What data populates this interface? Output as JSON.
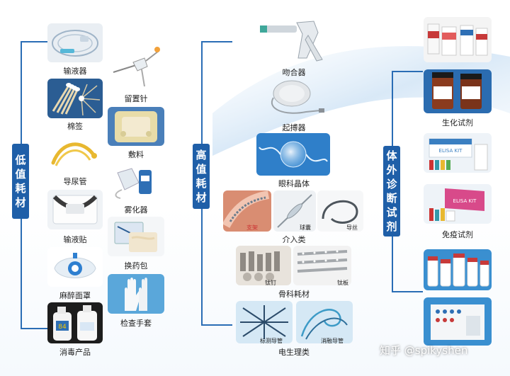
{
  "categories": {
    "low": [
      "低",
      "值",
      "耗",
      "材"
    ],
    "high": [
      "高",
      "值",
      "耗",
      "材"
    ],
    "ivd": [
      "体",
      "外",
      "诊",
      "断",
      "试",
      "剂"
    ]
  },
  "low_items": [
    "输液器",
    "留置针",
    "棉签",
    "敷料",
    "导尿管",
    "雾化器",
    "输液贴",
    "换药包",
    "麻醉面罩",
    "检查手套",
    "消毒产品"
  ],
  "high_items": [
    "吻合器",
    "起搏器",
    "眼科晶体",
    "介入类",
    "骨科耗材",
    "电生理类"
  ],
  "high_sublabels": [
    "支架",
    "球囊",
    "导丝",
    "钛钉",
    "钛板",
    "标测导管",
    "消融导管"
  ],
  "ivd_items": [
    "生化试剂",
    "免疫试剂"
  ],
  "product_text": {
    "elisa1": "ELISA KIT",
    "elisa2": "ELISA KIT",
    "bottle_logo": "84"
  },
  "watermark": "知乎 @spikyshen",
  "colors": {
    "accent": "#1f5fa8",
    "line": "#2a6db5"
  }
}
